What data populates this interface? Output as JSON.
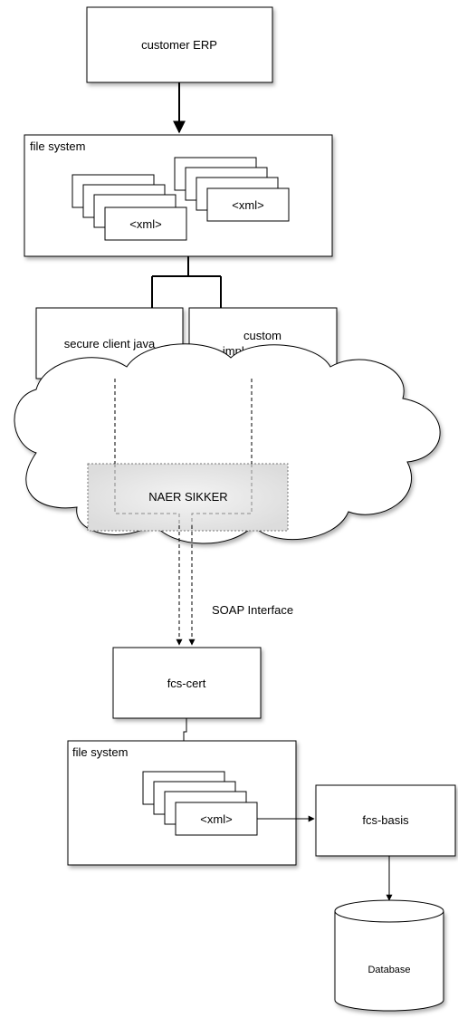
{
  "nodes": {
    "customer_erp": "customer ERP",
    "file_system_top": "file system",
    "xml_left": "<xml>",
    "xml_right": "<xml>",
    "secure_client": "secure client java",
    "custom_impl_line1": "custom",
    "custom_impl_line2": "implementation",
    "naer_sikker": "NAER SIKKER",
    "soap_interface": "SOAP Interface",
    "fcs_cert": "fcs-cert",
    "file_system_bottom": "file system",
    "xml_bottom": "<xml>",
    "fcs_basis": "fcs-basis",
    "database": "Database"
  }
}
